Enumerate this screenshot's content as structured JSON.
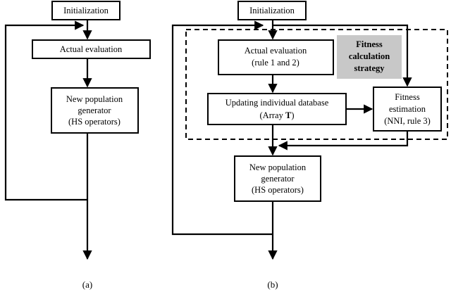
{
  "figure": {
    "panels": [
      {
        "id": "a",
        "label": "(a)",
        "boxes": [
          {
            "name": "initialization",
            "lines": [
              "Initialization"
            ]
          },
          {
            "name": "actual-evaluation",
            "lines": [
              "Actual evaluation"
            ]
          },
          {
            "name": "new-population-generator",
            "lines": [
              "New population",
              "generator",
              "(HS operators)"
            ]
          }
        ]
      },
      {
        "id": "b",
        "label": "(b)",
        "boxes": [
          {
            "name": "initialization",
            "lines": [
              "Initialization"
            ]
          },
          {
            "name": "actual-evaluation",
            "lines": [
              "Actual evaluation",
              "(rule 1 and 2)"
            ]
          },
          {
            "name": "updating-individual-database",
            "lines": [
              "Updating individual database",
              "(Array T)"
            ],
            "bold_token": "T"
          },
          {
            "name": "fitness-estimation",
            "lines": [
              "Fitness",
              "estimation",
              "(NNI, rule 3)"
            ]
          },
          {
            "name": "new-population-generator",
            "lines": [
              "New population",
              "generator",
              "(HS operators)"
            ]
          }
        ],
        "annotation": {
          "name": "fitness-calculation-strategy",
          "lines": [
            "Fitness",
            "calculation",
            "strategy"
          ],
          "background": "#c8c8c8"
        },
        "grouping_box": {
          "name": "fitness-calculation-strategy-group",
          "style": "dashed"
        }
      }
    ],
    "colors": {
      "stroke": "#000000",
      "box_fill": "#ffffff",
      "highlight_fill": "#c8c8c8",
      "page_background": "#ffffff"
    }
  }
}
